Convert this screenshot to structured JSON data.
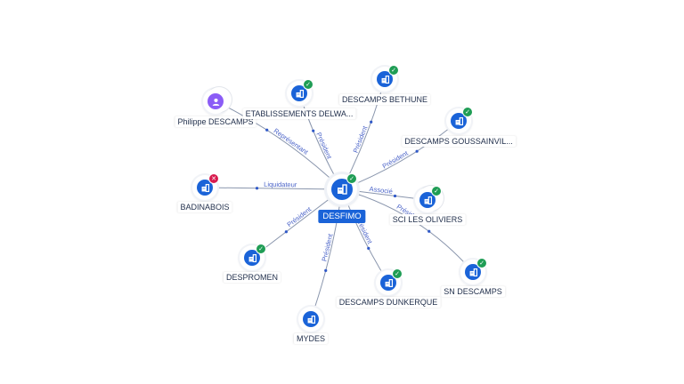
{
  "center": {
    "name": "DESFIMO",
    "icon": "building-icon",
    "status": "active"
  },
  "nodes": [
    {
      "id": "philippe",
      "name": "Philippe DESCAMPS",
      "kind": "person",
      "icon": "person-icon",
      "status": "none"
    },
    {
      "id": "etab",
      "name": "ETABLISSEMENTS DELWA...",
      "kind": "company",
      "icon": "building-icon",
      "status": "active"
    },
    {
      "id": "bethune",
      "name": "DESCAMPS BETHUNE",
      "kind": "company",
      "icon": "building-icon",
      "status": "active"
    },
    {
      "id": "goussain",
      "name": "DESCAMPS GOUSSAINVIL...",
      "kind": "company",
      "icon": "building-icon",
      "status": "active"
    },
    {
      "id": "oliviers",
      "name": "SCI LES OLIVIERS",
      "kind": "company",
      "icon": "building-icon",
      "status": "active"
    },
    {
      "id": "sndescamps",
      "name": "SN DESCAMPS",
      "kind": "company",
      "icon": "building-icon",
      "status": "active"
    },
    {
      "id": "dunkerque",
      "name": "DESCAMPS DUNKERQUE",
      "kind": "company",
      "icon": "building-icon",
      "status": "active"
    },
    {
      "id": "mydes",
      "name": "MYDES",
      "kind": "company",
      "icon": "building-icon",
      "status": "none"
    },
    {
      "id": "despromen",
      "name": "DESPROMEN",
      "kind": "company",
      "icon": "building-icon",
      "status": "active"
    },
    {
      "id": "badinabois",
      "name": "BADINABOIS",
      "kind": "company",
      "icon": "building-icon",
      "status": "closed"
    }
  ],
  "edges": [
    {
      "to": "philippe",
      "label": "Représentant"
    },
    {
      "to": "etab",
      "label": "Président"
    },
    {
      "to": "bethune",
      "label": "Président"
    },
    {
      "to": "goussain",
      "label": "Président"
    },
    {
      "to": "oliviers",
      "label": "Associé"
    },
    {
      "to": "sndescamps",
      "label": "Président"
    },
    {
      "to": "dunkerque",
      "label": "Président"
    },
    {
      "to": "mydes",
      "label": "Président"
    },
    {
      "to": "despromen",
      "label": "Président"
    },
    {
      "to": "badinabois",
      "label": "Liquidateur"
    }
  ],
  "colors": {
    "primary": "#1a63d8",
    "person": "#8b5cf6",
    "active": "#1f9d55",
    "closed": "#d81b4e",
    "edge": "#8a96ad",
    "edge_label": "#4a63c8"
  }
}
